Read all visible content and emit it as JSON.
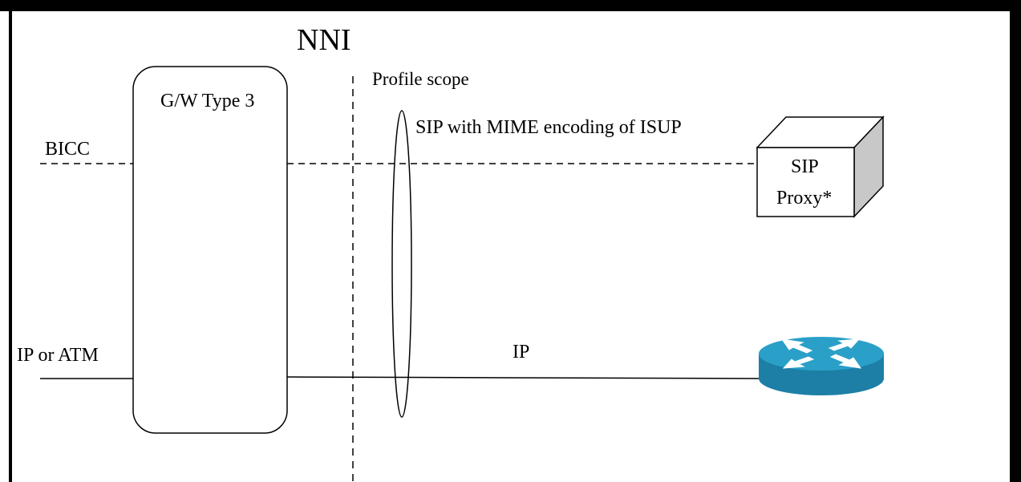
{
  "title": "NNI",
  "boundary": {
    "label": "Profile scope"
  },
  "gateway": {
    "label": "G/W Type 3"
  },
  "links": {
    "signalling_left": "BICC",
    "signalling_right": "SIP with MIME encoding of ISUP",
    "bearer_left": "IP or ATM",
    "bearer_right": "IP"
  },
  "proxy": {
    "line1": "SIP",
    "line2": "Proxy*"
  },
  "router": {
    "icon": "router-icon"
  },
  "colors": {
    "frame": "#000000",
    "router_top": "#2aa0c8",
    "router_side": "#1d7fa6",
    "proxy_side": "#c8c8c8"
  }
}
